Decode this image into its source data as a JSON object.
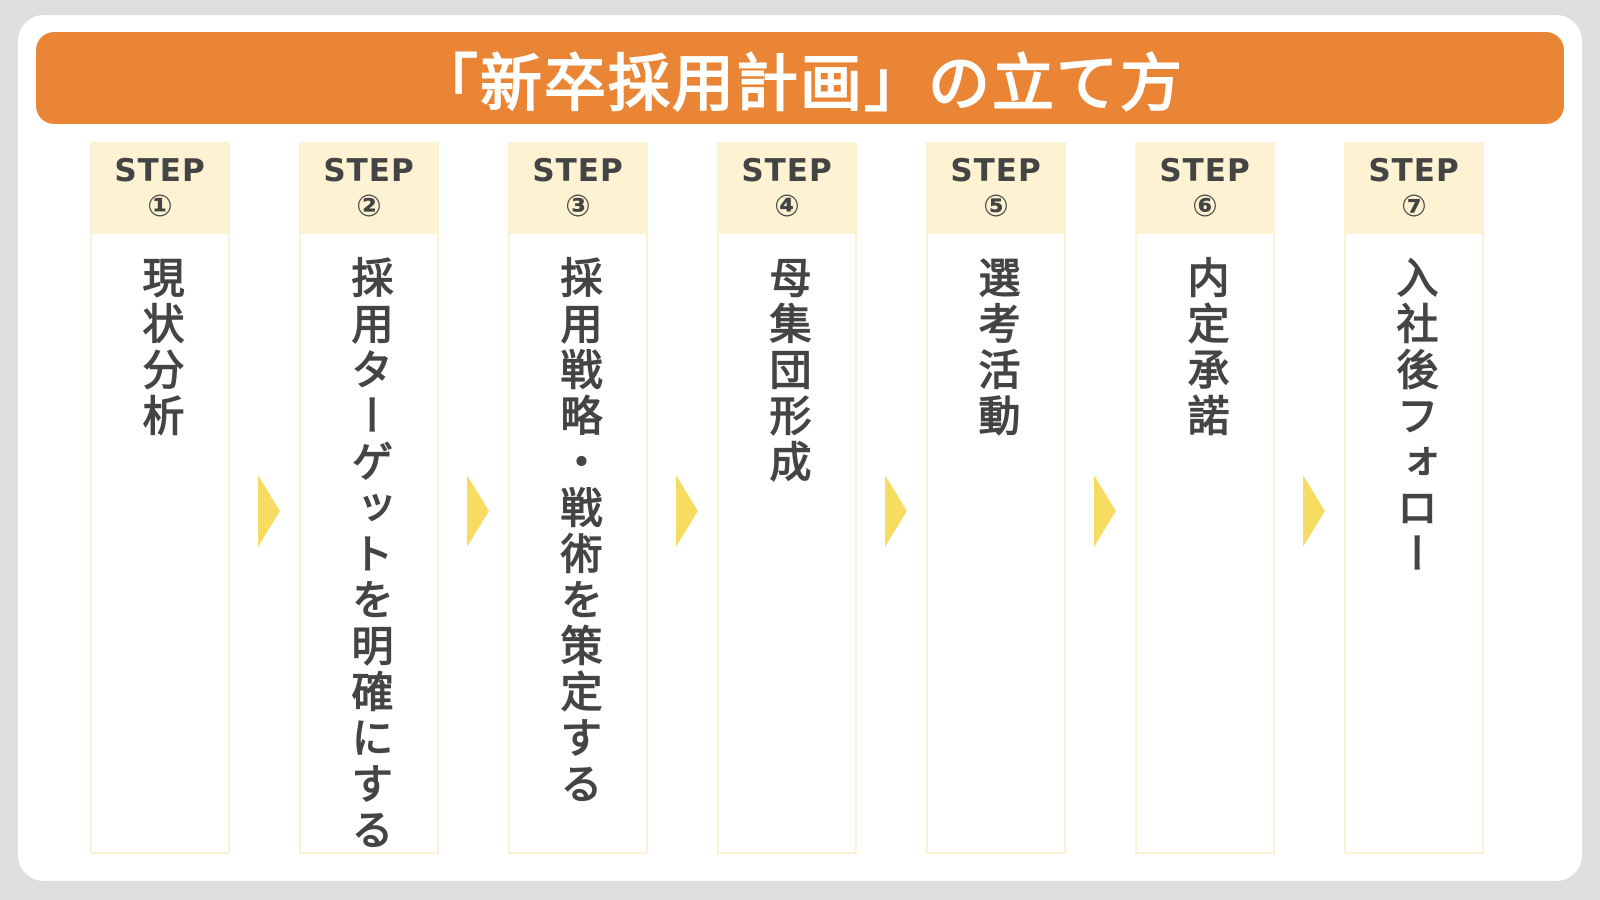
{
  "title": "「新卒採用計画」の立て方",
  "colors": {
    "banner": "#ea8535",
    "step_header": "#fdf3d2",
    "arrow": "#f7dc62",
    "text": "#444444"
  },
  "steps": [
    {
      "label": "STEP",
      "number": "①",
      "text": "現状分析"
    },
    {
      "label": "STEP",
      "number": "②",
      "text": "採用ターゲットを明確にする"
    },
    {
      "label": "STEP",
      "number": "③",
      "text": "採用戦略・戦術を策定する"
    },
    {
      "label": "STEP",
      "number": "④",
      "text": "母集団形成"
    },
    {
      "label": "STEP",
      "number": "⑤",
      "text": "選考活動"
    },
    {
      "label": "STEP",
      "number": "⑥",
      "text": "内定承諾"
    },
    {
      "label": "STEP",
      "number": "⑦",
      "text": "入社後フォロー"
    }
  ]
}
